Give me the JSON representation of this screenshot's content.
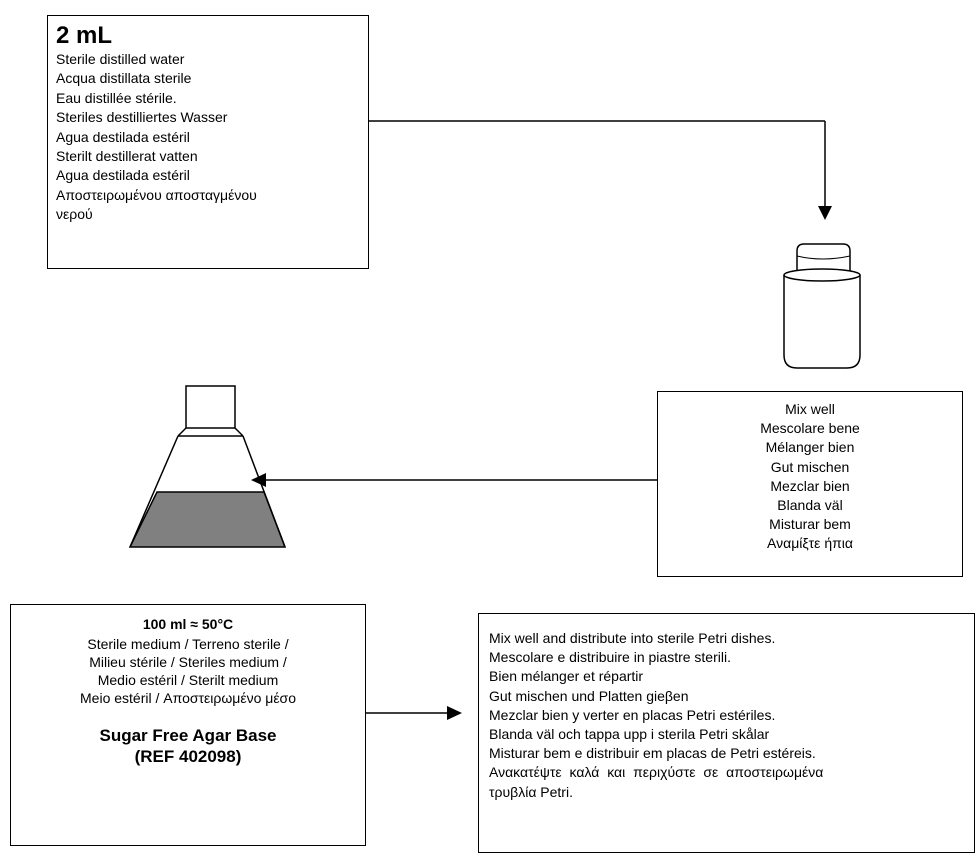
{
  "water_box": {
    "heading": "2 mL",
    "lines": [
      "Sterile distilled water",
      "Acqua distillata sterile",
      "Eau distillée stérile.",
      "Steriles destilliertes Wasser",
      "Agua destilada estéril",
      "Sterilt destillerat vatten",
      "Agua destilada estéril",
      "Αποστειρωμένου αποσταγμένου",
      "νερού"
    ]
  },
  "mix_box": {
    "lines": [
      "Mix well",
      "Mescolare bene",
      "Mélanger bien",
      "Gut mischen",
      "Mezclar bien",
      "Blanda väl",
      "Misturar bem",
      "Αναμίξτε ήπια"
    ]
  },
  "medium_box": {
    "temperature": "100 ml ≈ 50°C",
    "lines": [
      "Sterile medium / Terreno sterile /",
      "Milieu stérile / Steriles medium /",
      "Medio estéril / Sterilt medium",
      "Meio estéril / Αποστειρωμένο μέσο"
    ],
    "product_name": "Sugar Free Agar Base",
    "product_ref": "(REF 402098)"
  },
  "distribute_box": {
    "lines": [
      "Mix well and distribute into sterile Petri dishes.",
      "Mescolare e distribuire in piastre sterili.",
      "Bien mélanger et répartir",
      "Gut mischen und Platten gieβen",
      "Mezclar bien y verter en placas Petri estériles.",
      "Blanda väl och tappa upp i sterila Petri skålar",
      "Misturar bem e distribuir em placas de Petri estéreis."
    ],
    "greek_line_1": "Ανακατέψτε καλά και περιχύστε σε αποστειρωμένα",
    "greek_line_2": "τρυβλία Petri."
  },
  "colors": {
    "stroke": "#000000",
    "liquid_fill": "#808080",
    "background": "#ffffff"
  }
}
